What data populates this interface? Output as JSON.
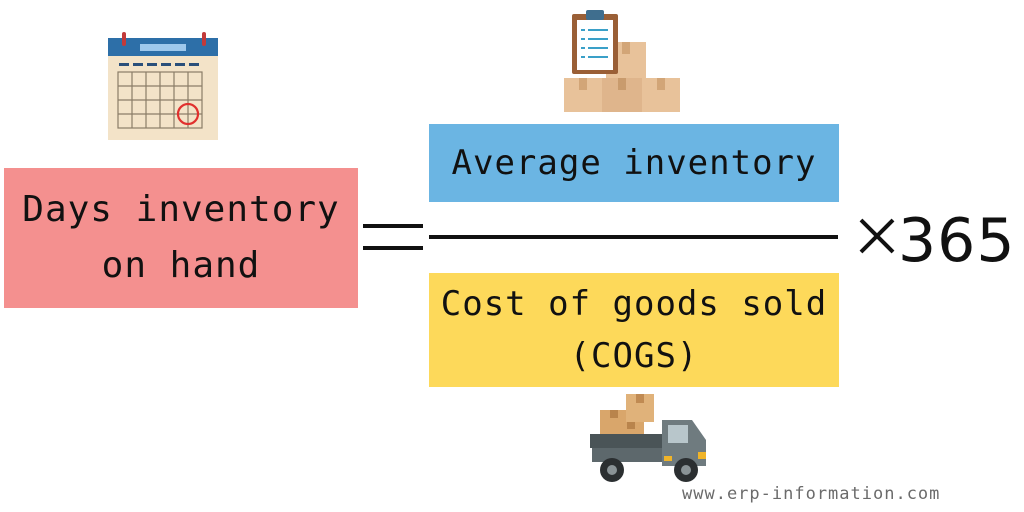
{
  "formula": {
    "result_label_line1": "Days inventory",
    "result_label_line2": "on hand",
    "numerator": "Average inventory",
    "denominator_line1": "Cost of goods sold",
    "denominator_line2": "(COGS)",
    "multiplier": "365"
  },
  "watermark": "www.erp-information.com",
  "icons": {
    "top_left": "calendar-icon",
    "top_center": "clipboard-boxes-icon",
    "bottom_center": "delivery-truck-icon",
    "operator_equals": "equals-icon",
    "operator_times": "multiply-icon"
  },
  "colors": {
    "result_box": "#f4908f",
    "numerator_box": "#6bb5e3",
    "denominator_box": "#fdd95a",
    "watermark_text": "#6b6b6b"
  }
}
